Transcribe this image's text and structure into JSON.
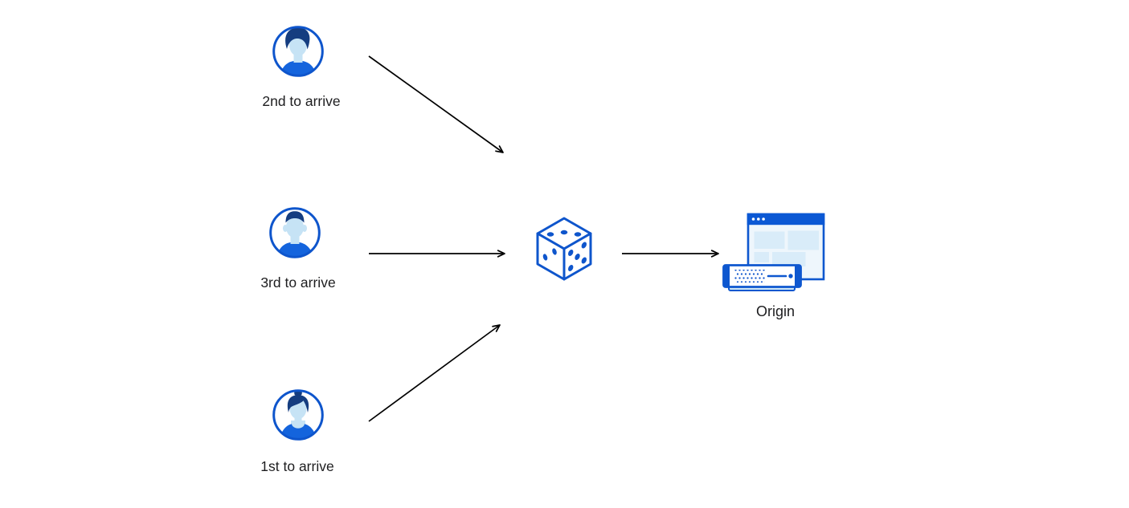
{
  "diagram": {
    "title": "random-steering-diagram",
    "clients": [
      {
        "id": "client-2nd",
        "label": "2nd to arrive",
        "icon": "user-avatar-man-quiff-icon"
      },
      {
        "id": "client-3rd",
        "label": "3rd to arrive",
        "icon": "user-avatar-man-short-hair-icon"
      },
      {
        "id": "client-1st",
        "label": "1st to arrive",
        "icon": "user-avatar-woman-bun-icon"
      }
    ],
    "router": {
      "id": "random-selector",
      "icon": "dice-icon"
    },
    "origin": {
      "id": "origin",
      "label": "Origin",
      "icon": "origin-server-browser-icon"
    },
    "edges": [
      {
        "from": "client-2nd",
        "to": "random-selector"
      },
      {
        "from": "client-3rd",
        "to": "random-selector"
      },
      {
        "from": "client-1st",
        "to": "random-selector"
      },
      {
        "from": "random-selector",
        "to": "origin"
      }
    ],
    "colors": {
      "outline_blue": "#0e55cc",
      "hair_navy": "#153d80",
      "skin_light_blue": "#c6e3f5",
      "shirt_blue": "#1464dd",
      "titlebar_blue": "#0b58d4",
      "window_bg": "#eef6fc",
      "panel_light_blue": "#d9ecf9",
      "server_base_blue": "#cfe8f8",
      "arrow_black": "#000000",
      "label_text": "#1d1d1f",
      "background": "#ffffff"
    }
  }
}
